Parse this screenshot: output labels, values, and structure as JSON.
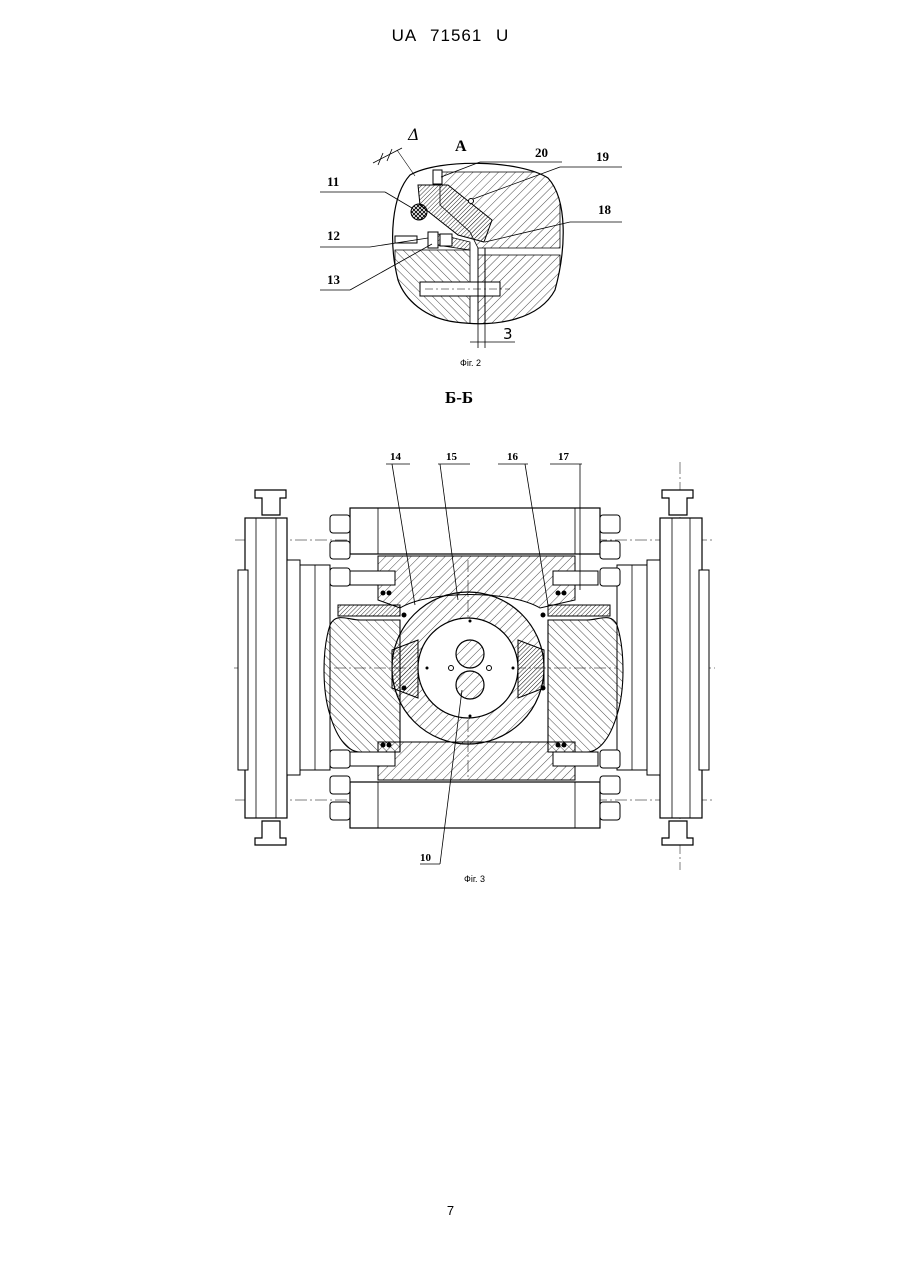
{
  "document": {
    "header": "UA   71561   U",
    "page_number": "7"
  },
  "figure2": {
    "view_label": "А",
    "dimension_delta": "Δ",
    "dimension_gap": "3",
    "caption": "Фіг. 2",
    "callouts": [
      "11",
      "12",
      "13",
      "18",
      "19",
      "20"
    ]
  },
  "figure3": {
    "section_label": "Б-Б",
    "caption": "Фіг. 3",
    "callouts": [
      "14",
      "15",
      "16",
      "17",
      "10"
    ]
  }
}
